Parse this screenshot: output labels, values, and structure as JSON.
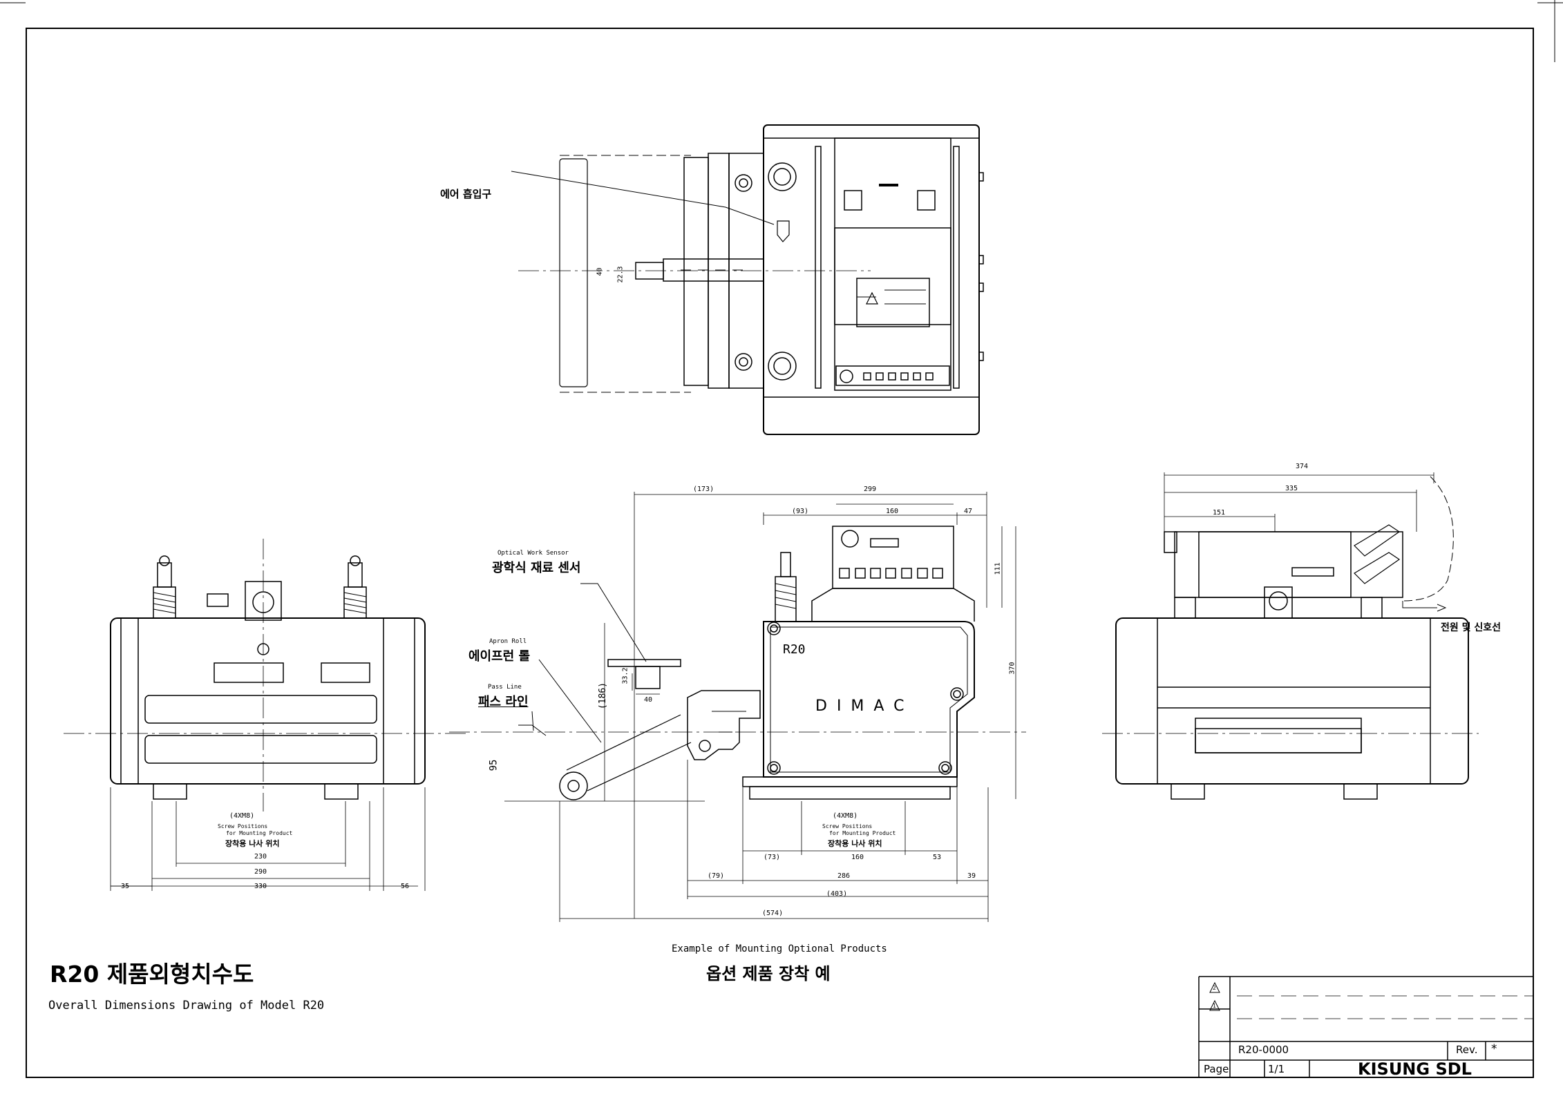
{
  "title": {
    "korean": "R20 제품외형치수도",
    "english": "Overall Dimensions Drawing of Model R20"
  },
  "example": {
    "english": "Example of Mounting Optional Products",
    "korean": "옵션 제품 장착 예"
  },
  "top_view": {
    "air_inlet_label": "에어 흡입구",
    "dims": [
      "40",
      "22.3"
    ]
  },
  "front_view": {
    "screw_code": "(4XM8)",
    "screw_en_1": "Screw Positions",
    "screw_en_2": "for Mounting Product",
    "screw_ko": "장착용 나사 위치",
    "dims": [
      "230",
      "290",
      "35",
      "330",
      "56"
    ]
  },
  "side_view": {
    "sensor_en": "Optical Work Sensor",
    "sensor_ko": "광학식 재료 센서",
    "apron_en": "Apron Roll",
    "apron_ko": "에이프런 롤",
    "pass_en": "Pass Line",
    "pass_ko": "패스 라인",
    "model": "R20",
    "brand": "DIMAC",
    "screw_code": "(4XM8)",
    "screw_en_1": "Screw Positions",
    "screw_en_2": "for Mounting Product",
    "screw_ko": "장착용 나사 위치",
    "dims": {
      "d173": "(173)",
      "d299": "299",
      "d93": "(93)",
      "d160top": "160",
      "d47": "47",
      "d111": "111",
      "d370": "370",
      "d186": "(186)",
      "d33": "33.2",
      "d40": "40",
      "d95": "95",
      "d73": "(73)",
      "d160": "160",
      "d53": "53",
      "d79": "(79)",
      "d286": "286",
      "d39": "39",
      "d403": "(403)",
      "d574": "(574)"
    }
  },
  "rear_view": {
    "cable_label": "전원 및 신호선",
    "dims": [
      "374",
      "335",
      "151"
    ]
  },
  "title_block": {
    "rev2": "2",
    "rev1": "1",
    "drawing_no": "R20-0000",
    "rev_label": "Rev.",
    "rev_value": "*",
    "page_label": "Page",
    "page_value": "1/1",
    "company": "KISUNG SDL"
  }
}
